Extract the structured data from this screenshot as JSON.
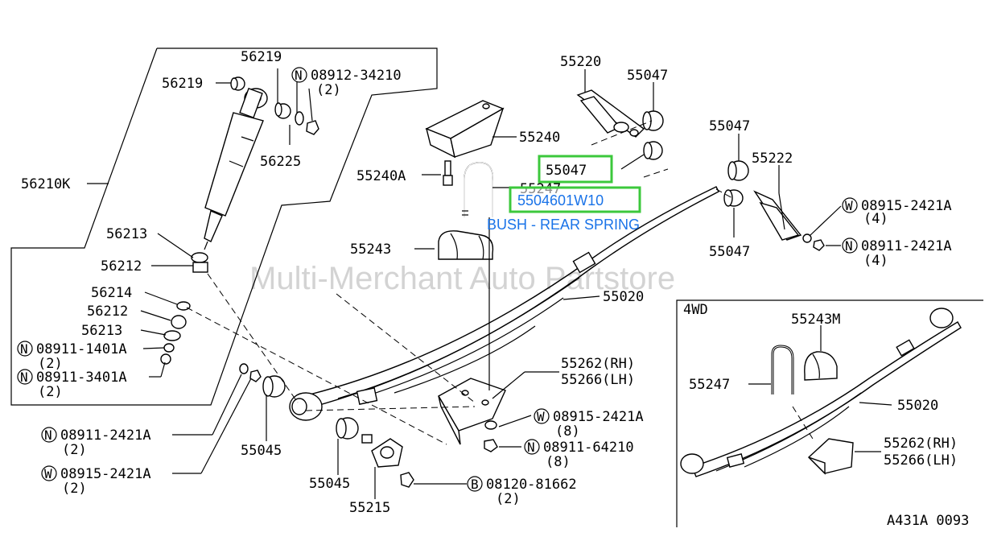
{
  "watermark": "Multi-Merchant Auto Partstore",
  "diagram_code": "A431A 0093",
  "inset_title": "4WD",
  "highlight": {
    "part_number": "5504601W10",
    "description": "BUSH - REAR SPRING",
    "callout": "55047",
    "color": "#3cc83c",
    "text_color": "#1a73e8"
  },
  "labels": {
    "p56219a": "56219",
    "p56219b": "56219",
    "n0891234210": "08912-34210",
    "q0891234210": "(2)",
    "p56225": "56225",
    "p56210k": "56210K",
    "p56213a": "56213",
    "p56212a": "56212",
    "p56214": "56214",
    "p56212b": "56212",
    "p56213b": "56213",
    "n089111401a": "08911-1401A",
    "q089111401a": "(2)",
    "n089113401a": "08911-3401A",
    "q089113401a": "(2)",
    "n089112421a": "08911-2421A",
    "q089112421a": "(2)",
    "w089152421a_l": "08915-2421A",
    "q089152421a_l": "(2)",
    "p55045a": "55045",
    "p55045b": "55045",
    "p55215": "55215",
    "b0812081662": "08120-81662",
    "q0812081662": "(2)",
    "p55240": "55240",
    "p55240a": "55240A",
    "p55247": "55247",
    "p55243": "55243",
    "p55220": "55220",
    "p55047a": "55047",
    "p55047b": "55047",
    "p55047c": "55047",
    "p55222": "55222",
    "w089152421a_r": "08915-2421A",
    "q089152421a_r": "(4)",
    "n089112421a_r": "08911-2421A",
    "q089112421a_r": "(4)",
    "p55020": "55020",
    "p55262": "55262(RH)",
    "p55266": "55266(LH)",
    "w089152421a_m": "08915-2421A",
    "q089152421a_m": "(8)",
    "n0891164210": "08911-64210",
    "q0891164210": "(8)",
    "i55243m": "55243M",
    "i55247": "55247",
    "i55020": "55020",
    "i55262": "55262(RH)",
    "i55266": "55266(LH)"
  }
}
